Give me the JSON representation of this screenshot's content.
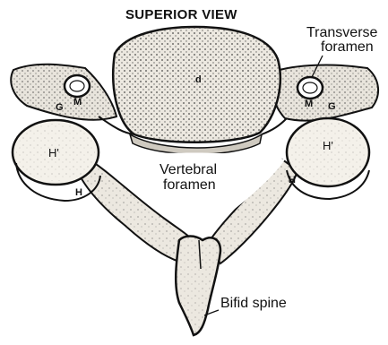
{
  "figure": {
    "title": "SUPERIOR VIEW",
    "labels": {
      "transverse_foramen_line1": "Transverse",
      "transverse_foramen_line2": "foramen",
      "vertebral_foramen_line1": "Vertebral",
      "vertebral_foramen_line2": "foramen",
      "bifid_spine": "Bifid spine",
      "h_prime_left": "H'",
      "h_prime_right": "H'",
      "h_left": "H",
      "h_right": "H",
      "m_left": "M",
      "m_right": "M",
      "g_left": "G",
      "g_right": "G",
      "d_body": "d"
    }
  },
  "colors": {
    "ink": "#111111",
    "bone_fill": "#f4f1ea",
    "paper": "#ffffff"
  }
}
